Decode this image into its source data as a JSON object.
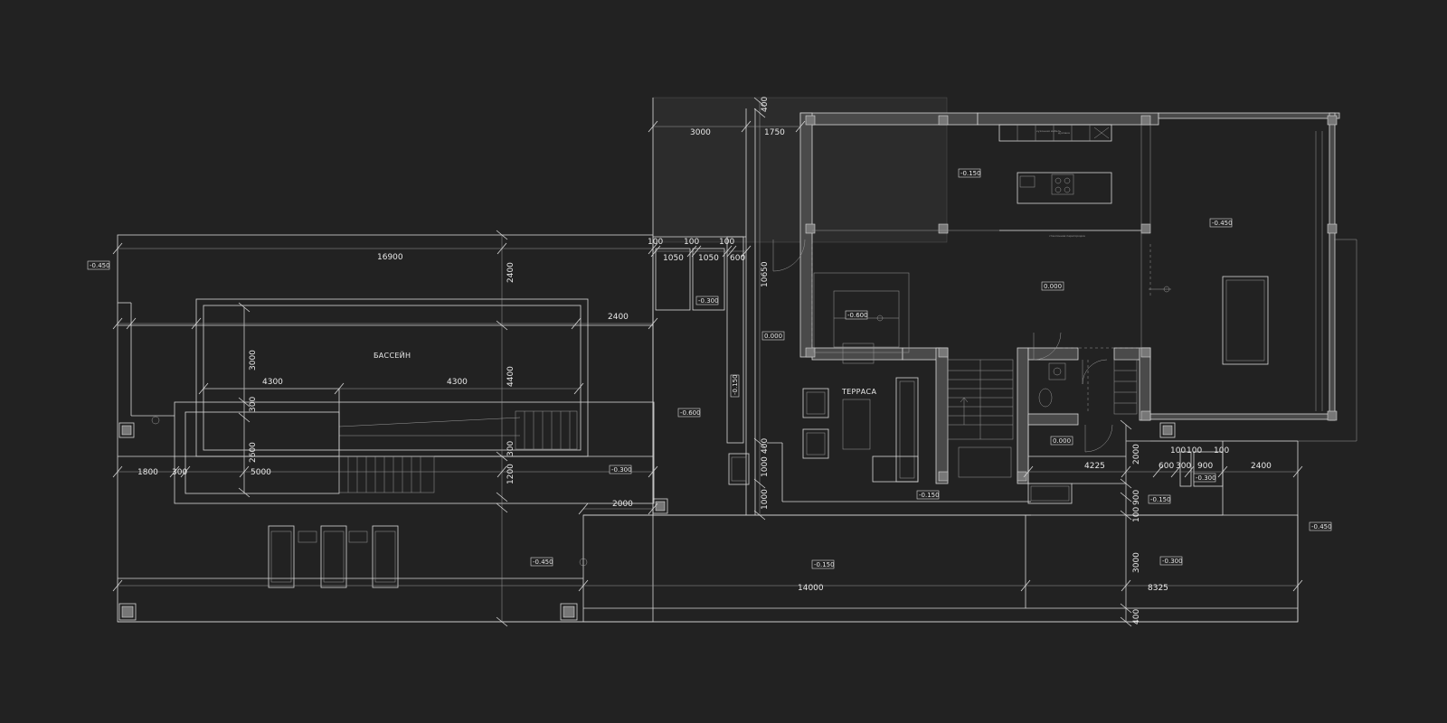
{
  "rooms": {
    "pool": "БАССЕЙН",
    "terrace": "ТЕРРАСА"
  },
  "levels": {
    "l1": "-0.450",
    "l2": "-0.150",
    "l3": "-0.450",
    "l4": "0.000",
    "l5": "-0.300",
    "l6": "-0.600",
    "l7": "0.000",
    "l8": "-0.150",
    "l9": "-0.600",
    "l10": "0.000",
    "l11": "-0.300",
    "l12": "-0.150",
    "l13": "-0.300",
    "l14": "-0.150",
    "l15": "-0.450",
    "l16": "-0.150",
    "l17": "-0.300",
    "l18": "-0.450"
  },
  "dims": {
    "d3000a": "3000",
    "d1750": "1750",
    "d400a": "400",
    "d16900": "16900",
    "d100a": "100",
    "d1050a": "1050",
    "d100b": "100",
    "d1050b": "1050",
    "d100c": "100",
    "d600a": "600",
    "d2400a": "2400",
    "d10650": "10650",
    "d2400b": "2400",
    "d3000b": "3000",
    "d4300a": "4300",
    "d4300b": "4300",
    "d4400": "4400",
    "d300a": "300",
    "d2600": "2600",
    "d300b": "300",
    "d1800": "1800",
    "d300c": "300",
    "d5000": "5000",
    "d1200": "1200",
    "d400b": "400",
    "d1000a": "1000",
    "d1000b": "1000",
    "d2000a": "2000",
    "d4225": "4225",
    "d2000b": "2000",
    "d100d": "100",
    "d100e": "100",
    "d100f": "100",
    "d600b": "600",
    "d300d": "300",
    "d900a": "900",
    "d2400c": "2400",
    "d100g": "100",
    "d900b": "900",
    "d3000c": "3000",
    "d14000": "14000",
    "d8325": "8325",
    "d400c": "400"
  },
  "notes": {
    "n1": "кухонная мебель",
    "n2": "духовка",
    "n3": "стеклянная перегородка"
  }
}
